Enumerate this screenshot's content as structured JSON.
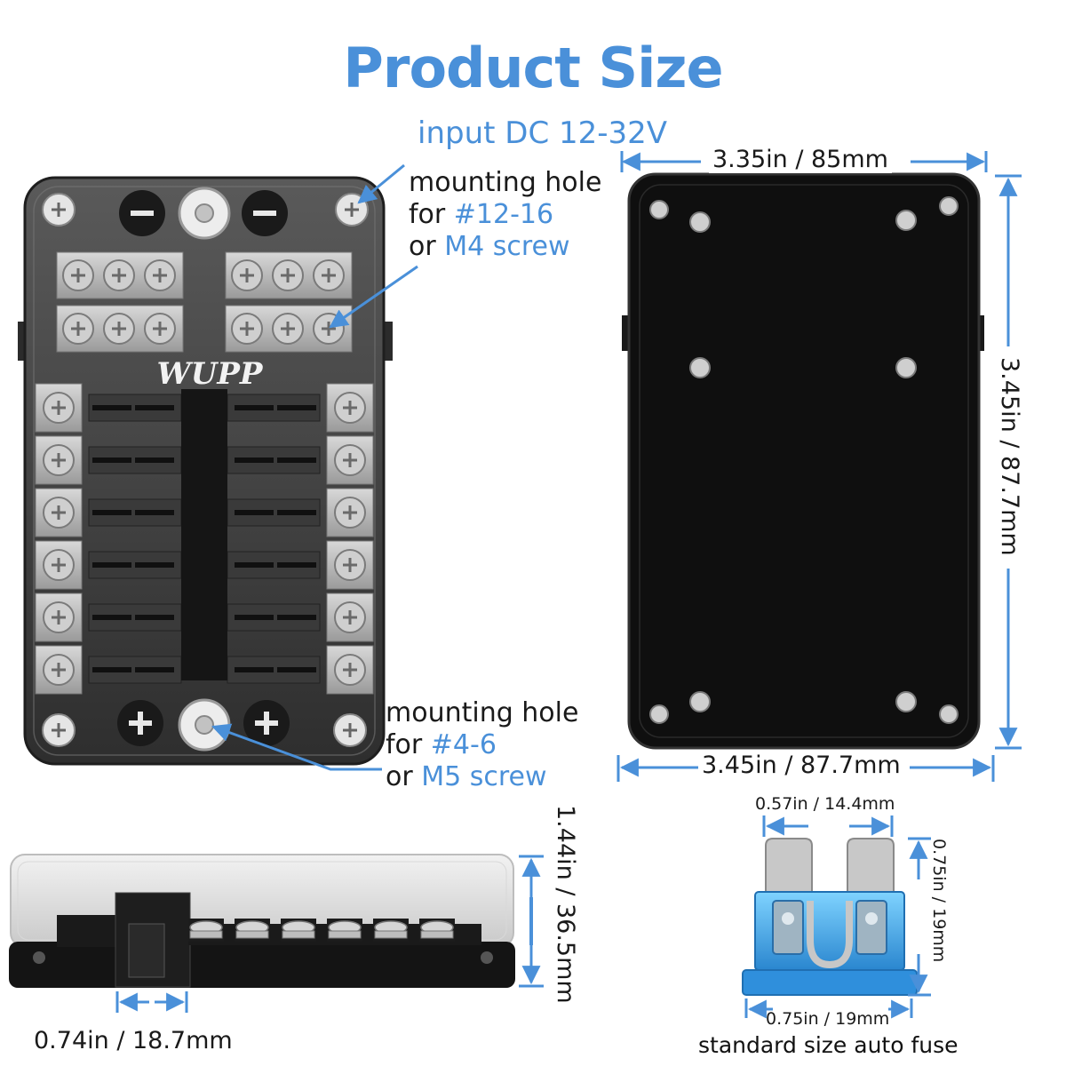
{
  "title": "Product Size",
  "brand": "WUPP",
  "labels": {
    "input": "input DC 12-32V",
    "mount_top_l1": "mounting hole",
    "mount_top_l2_pre": "for ",
    "mount_top_l2_hl": "#12-16",
    "mount_top_l3_pre": "or ",
    "mount_top_l3_hl": "M4 screw",
    "mount_bot_l1": "mounting hole",
    "mount_bot_l2_pre": "for ",
    "mount_bot_l2_hl": "#4-6",
    "mount_bot_l3_pre": "or ",
    "mount_bot_l3_hl": "M5 screw"
  },
  "dimensions": {
    "back_width": "3.35in / 85mm",
    "back_height": "3.45in / 87.7mm",
    "back_bottom_width": "3.45in / 87.7mm",
    "side_height": "1.44in / 36.5mm",
    "side_gap": "0.74in / 18.7mm",
    "fuse_prong_width": "0.57in / 14.4mm",
    "fuse_height": "0.75in / 19mm",
    "fuse_width": "0.75in / 19mm",
    "fuse_caption": "standard size auto fuse"
  },
  "colors": {
    "accent": "#4a90d9",
    "led": "#e02020",
    "fuse": "#3aa0e8"
  },
  "fuse_rows": 6
}
